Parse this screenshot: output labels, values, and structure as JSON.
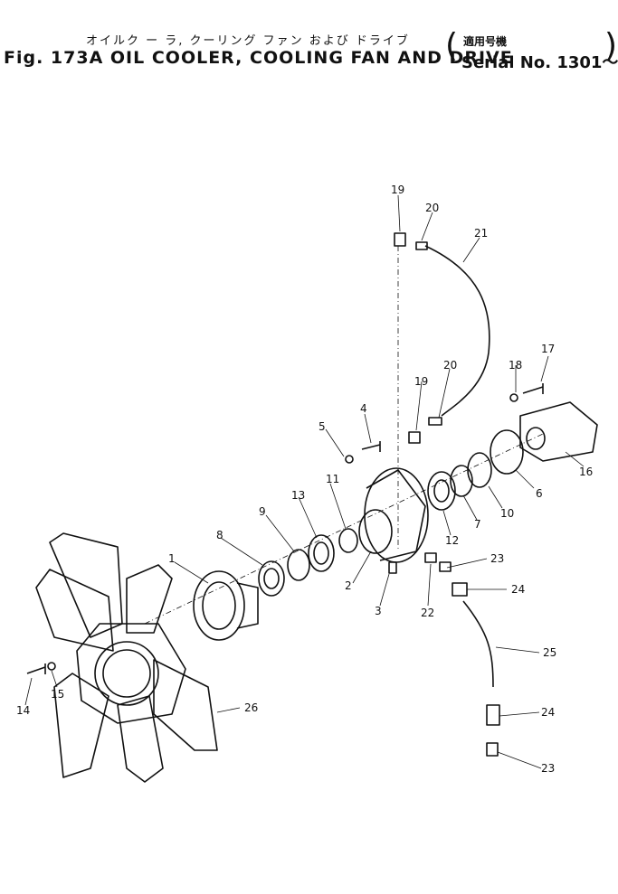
{
  "header": {
    "title_jp": "オイルク ー ラ, クーリング ファン および ドライブ",
    "title_en": "Fig. 173A OIL COOLER, COOLING FAN AND DRIVE",
    "serial_jp": "適用号機",
    "serial_en": "Serial No. 1301～"
  },
  "parts": [
    {
      "num": "1"
    },
    {
      "num": "2"
    },
    {
      "num": "3"
    },
    {
      "num": "4"
    },
    {
      "num": "5"
    },
    {
      "num": "6"
    },
    {
      "num": "7"
    },
    {
      "num": "8"
    },
    {
      "num": "9"
    },
    {
      "num": "10"
    },
    {
      "num": "11"
    },
    {
      "num": "12"
    },
    {
      "num": "13"
    },
    {
      "num": "14"
    },
    {
      "num": "15"
    },
    {
      "num": "16"
    },
    {
      "num": "17"
    },
    {
      "num": "18"
    },
    {
      "num": "19"
    },
    {
      "num": "19"
    },
    {
      "num": "20"
    },
    {
      "num": "20"
    },
    {
      "num": "21"
    },
    {
      "num": "22"
    },
    {
      "num": "23"
    },
    {
      "num": "23"
    },
    {
      "num": "24"
    },
    {
      "num": "24"
    },
    {
      "num": "25"
    },
    {
      "num": "26"
    }
  ]
}
